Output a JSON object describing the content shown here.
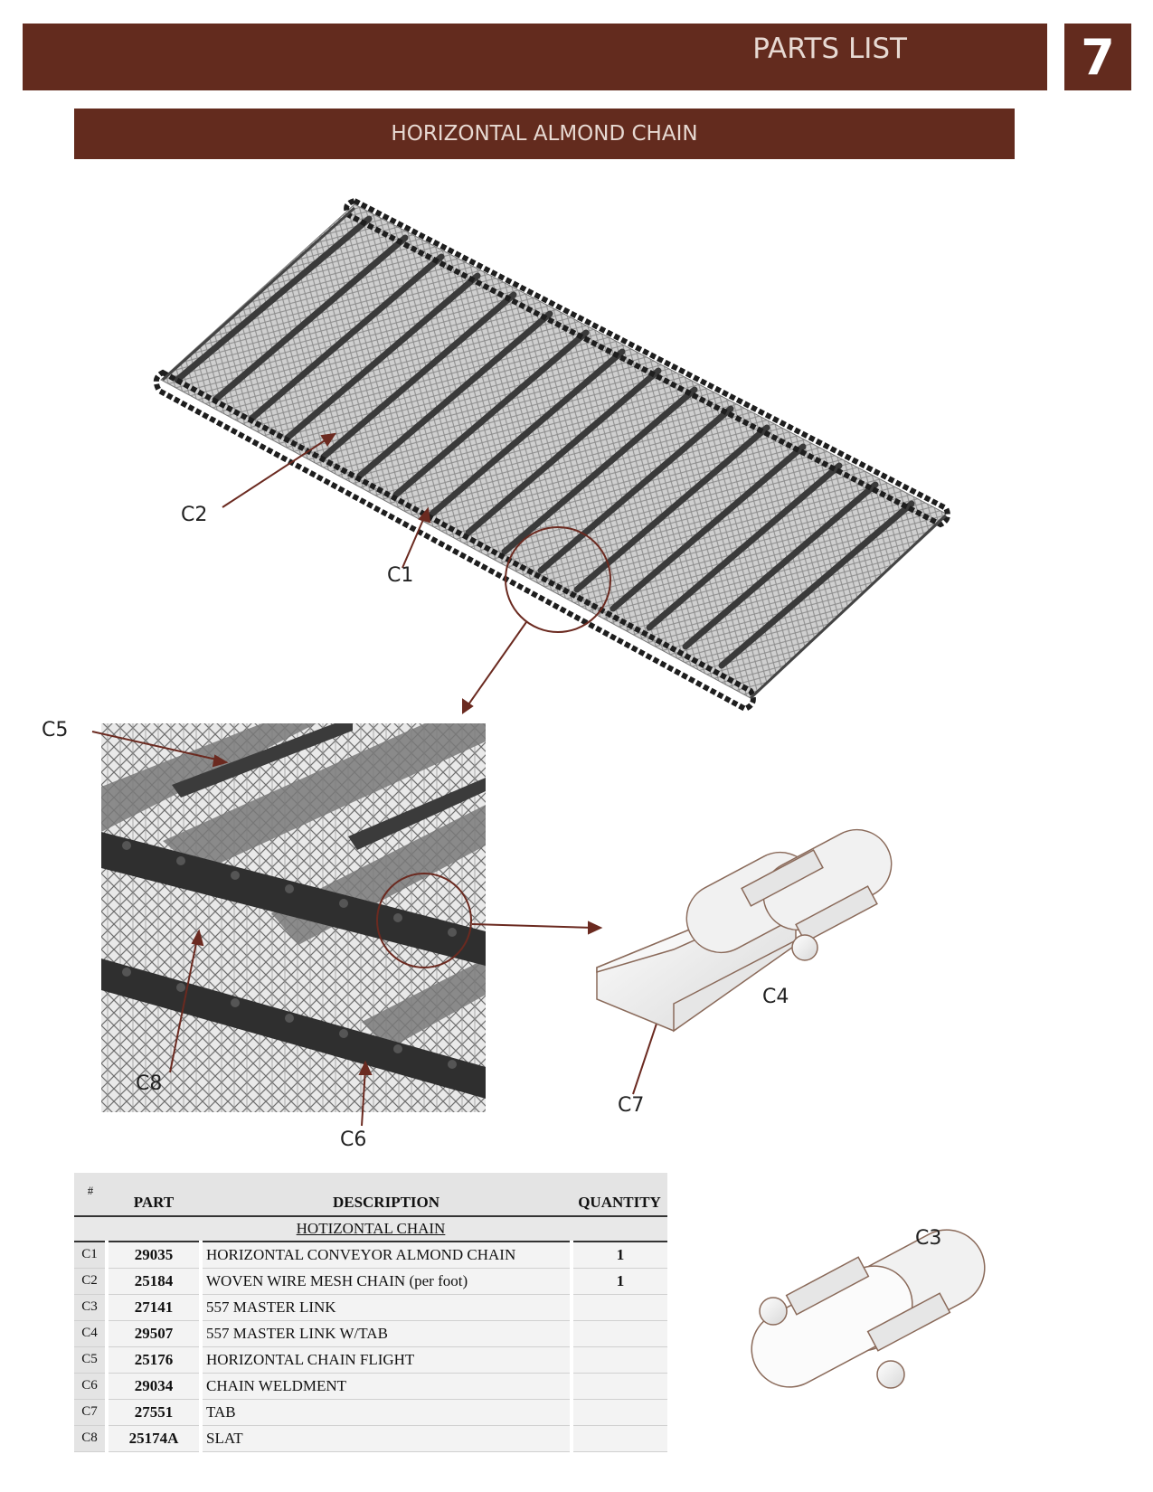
{
  "header": {
    "title": "PARTS LIST",
    "page_number": "7",
    "section_title": "HORIZONTAL ALMOND CHAIN"
  },
  "callouts": {
    "c1": "C1",
    "c2": "C2",
    "c3": "C3",
    "c4": "C4",
    "c5": "C5",
    "c6": "C6",
    "c7": "C7",
    "c8": "C8"
  },
  "table": {
    "headers": {
      "num": "#",
      "part": "PART",
      "description": "DESCRIPTION",
      "quantity": "QUANTITY"
    },
    "group_title": "HOTIZONTAL CHAIN",
    "rows": [
      {
        "num": "C1",
        "part": "29035",
        "description": "HORIZONTAL CONVEYOR ALMOND CHAIN",
        "quantity": "1"
      },
      {
        "num": "C2",
        "part": "25184",
        "description": "WOVEN WIRE MESH CHAIN (per foot)",
        "quantity": "1"
      },
      {
        "num": "C3",
        "part": "27141",
        "description": "557 MASTER LINK",
        "quantity": ""
      },
      {
        "num": "C4",
        "part": "29507",
        "description": "557 MASTER LINK W/TAB",
        "quantity": ""
      },
      {
        "num": "C5",
        "part": "25176",
        "description": "HORIZONTAL CHAIN FLIGHT",
        "quantity": ""
      },
      {
        "num": "C6",
        "part": "29034",
        "description": "CHAIN WELDMENT",
        "quantity": ""
      },
      {
        "num": "C7",
        "part": "27551",
        "description": "TAB",
        "quantity": ""
      },
      {
        "num": "C8",
        "part": "25174A",
        "description": "SLAT",
        "quantity": ""
      }
    ]
  },
  "colors": {
    "brand": "#632b1e",
    "leader": "#6b2a20"
  }
}
